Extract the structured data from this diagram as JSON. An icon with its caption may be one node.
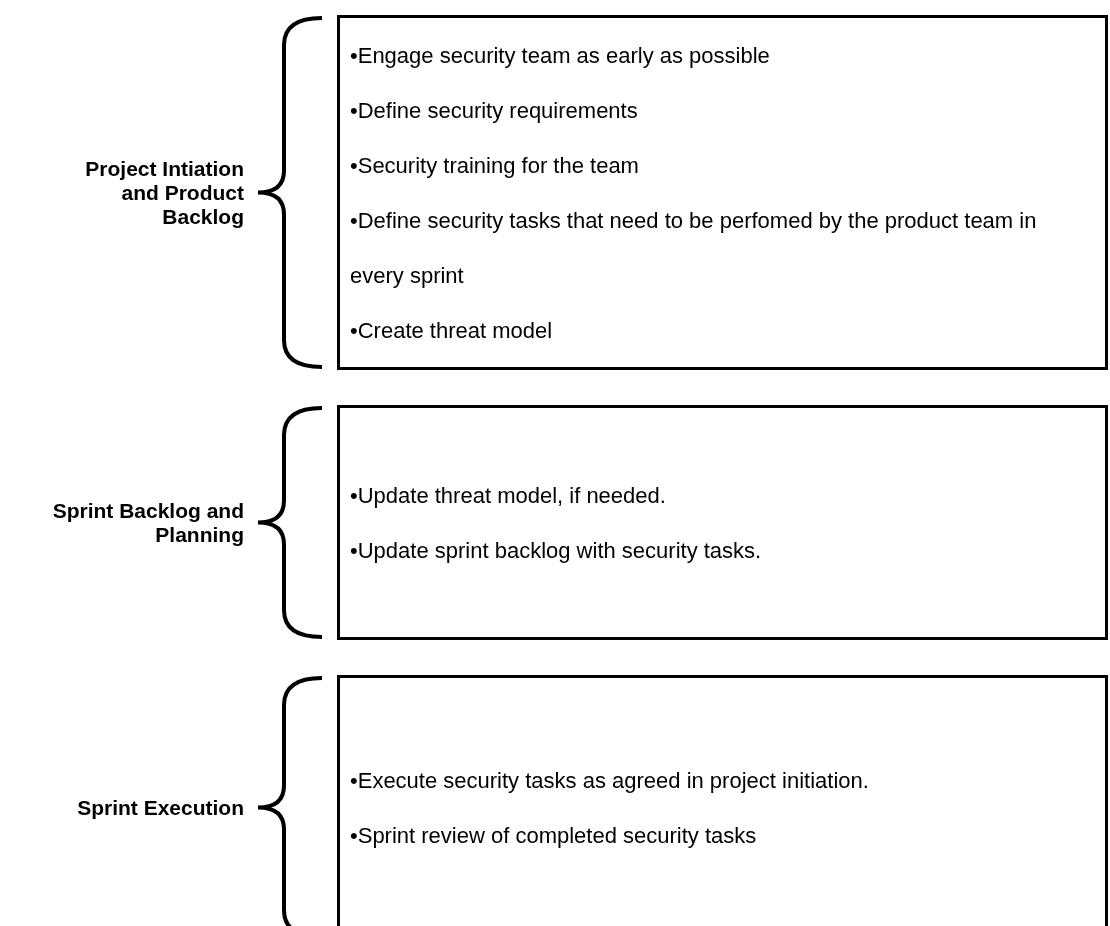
{
  "diagram": {
    "nodes": [
      {
        "text": [
          "Project Intiation and Product Backlog"
        ]
      },
      {
        "text": [
          "•Engage security team as early as possible",
          "•Define security requirements",
          "•Security training for the team",
          "•Define security tasks that need to be perfomed by the product team in every sprint",
          "•Create threat model"
        ]
      },
      {
        "text": [
          "Sprint Backlog and Planning"
        ]
      },
      {
        "text": [
          "•Update threat model, if needed.",
          "•Update sprint backlog with security tasks."
        ]
      },
      {
        "text": [
          "Sprint Execution"
        ]
      },
      {
        "text": [
          "•Execute security tasks as agreed in project initiation.",
          "•Sprint review of completed security tasks"
        ]
      }
    ]
  }
}
